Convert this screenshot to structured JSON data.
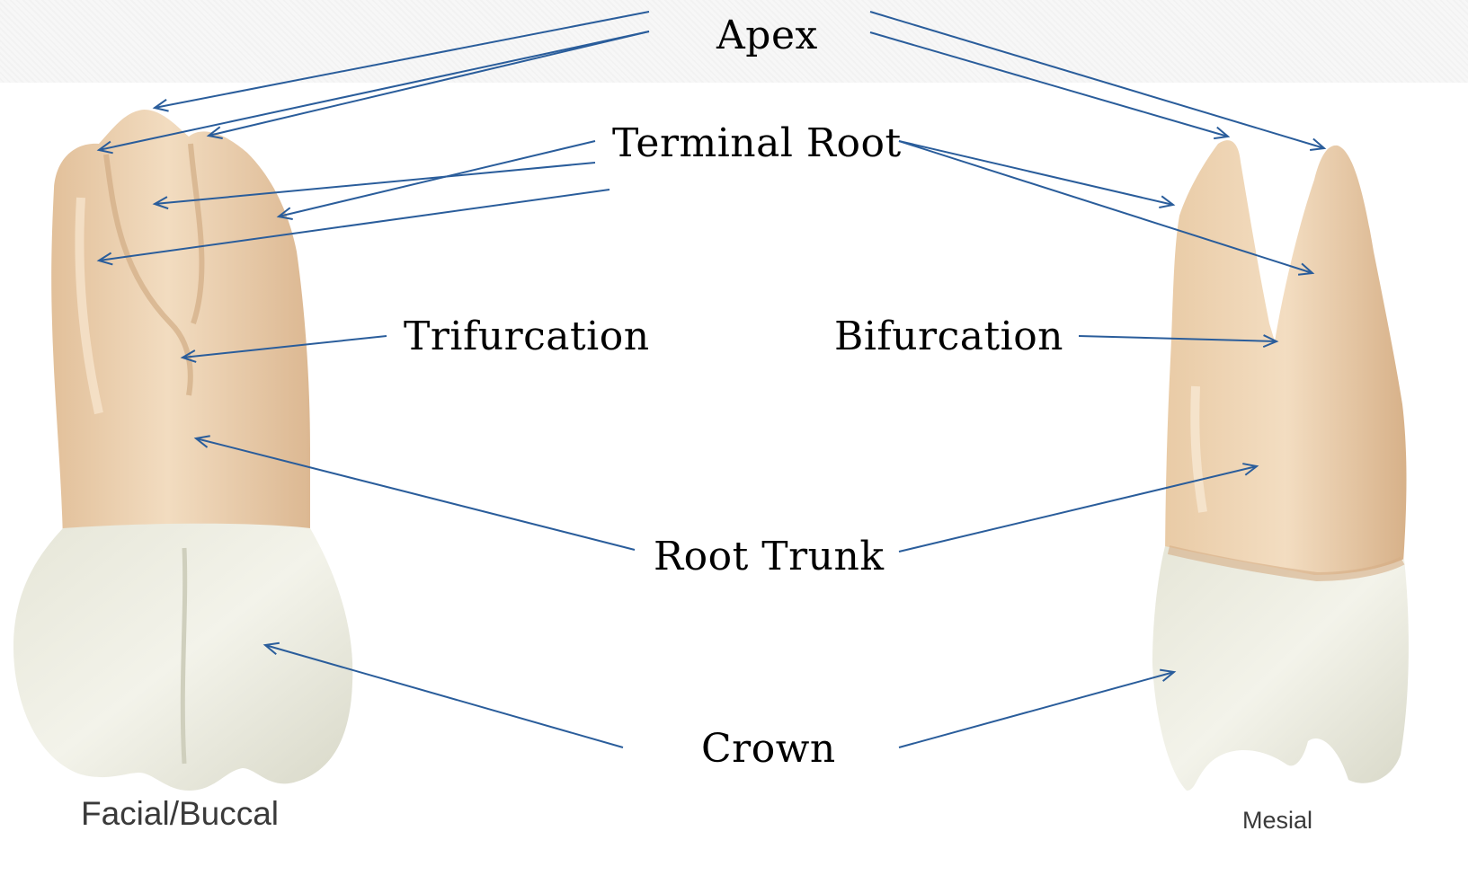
{
  "labels": {
    "apex": "Apex",
    "terminal_root": "Terminal Root",
    "trifurcation": "Trifurcation",
    "bifurcation": "Bifurcation",
    "root_trunk": "Root Trunk",
    "crown": "Crown"
  },
  "captions": {
    "left_view": "Facial/Buccal",
    "right_view": "Mesial"
  },
  "colors": {
    "arrow": "#2a5d9b",
    "root": "#ecd0ac",
    "crown": "#eaeade",
    "label": "#000000"
  }
}
